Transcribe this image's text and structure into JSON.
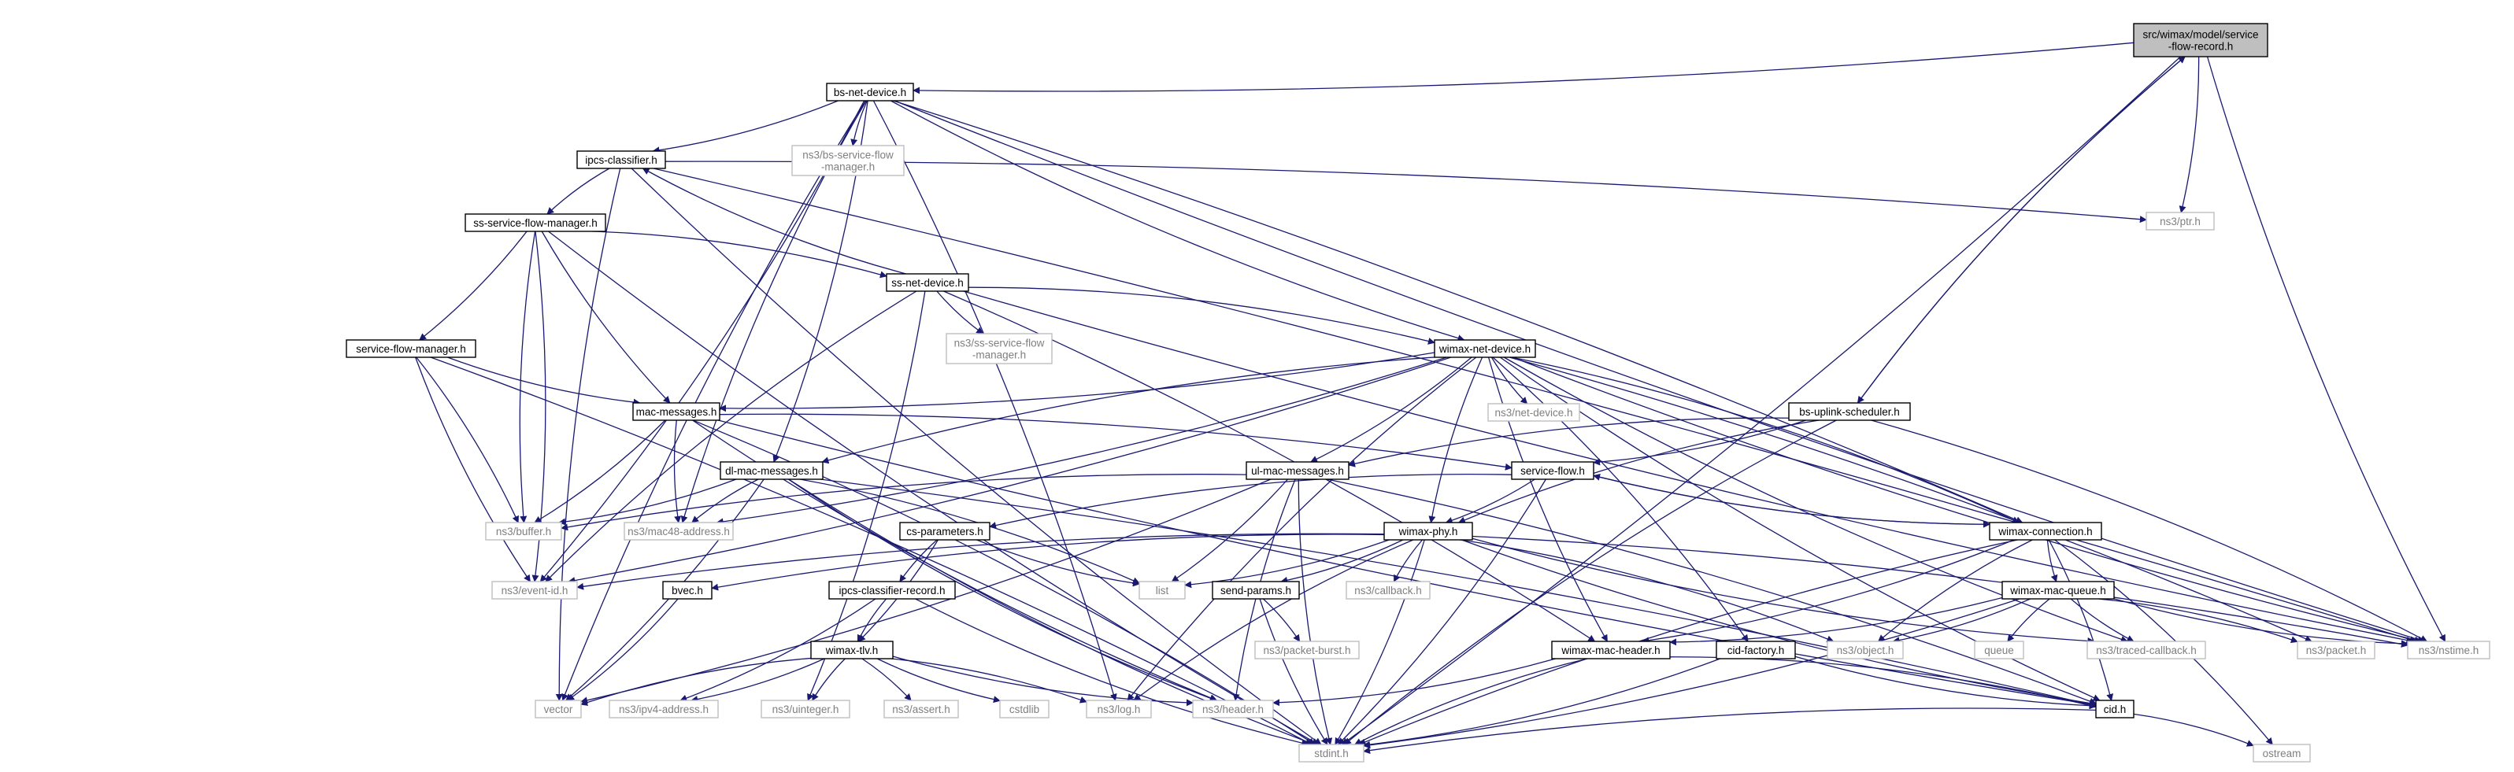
{
  "colors": {
    "edge": "#191970",
    "node_border": "#000000",
    "external_border": "#bfbfbf",
    "external_text": "#7f7f7f",
    "root_fill": "#bfbfbf",
    "node_fill": "#ffffff"
  },
  "nodes": [
    {
      "id": "root",
      "lines": [
        "src/wimax/model/service",
        "-flow-record.h"
      ],
      "kind": "root"
    },
    {
      "id": "bs_net_device",
      "lines": [
        "bs-net-device.h"
      ],
      "kind": "internal"
    },
    {
      "id": "bs_sfm",
      "lines": [
        "ns3/bs-service-flow",
        "-manager.h"
      ],
      "kind": "external"
    },
    {
      "id": "ipcs_classifier",
      "lines": [
        "ipcs-classifier.h"
      ],
      "kind": "internal"
    },
    {
      "id": "ptr",
      "lines": [
        "ns3/ptr.h"
      ],
      "kind": "external"
    },
    {
      "id": "ss_sfm",
      "lines": [
        "ss-service-flow-manager.h"
      ],
      "kind": "internal"
    },
    {
      "id": "ss_net_device",
      "lines": [
        "ss-net-device.h"
      ],
      "kind": "internal"
    },
    {
      "id": "ss_sfm_ext",
      "lines": [
        "ns3/ss-service-flow",
        "-manager.h"
      ],
      "kind": "external"
    },
    {
      "id": "service_flow_manager",
      "lines": [
        "service-flow-manager.h"
      ],
      "kind": "internal"
    },
    {
      "id": "wimax_net_device",
      "lines": [
        "wimax-net-device.h"
      ],
      "kind": "internal"
    },
    {
      "id": "net_device",
      "lines": [
        "ns3/net-device.h"
      ],
      "kind": "external"
    },
    {
      "id": "mac_messages",
      "lines": [
        "mac-messages.h"
      ],
      "kind": "internal"
    },
    {
      "id": "bs_uplink_scheduler",
      "lines": [
        "bs-uplink-scheduler.h"
      ],
      "kind": "internal"
    },
    {
      "id": "dl_mac_messages",
      "lines": [
        "dl-mac-messages.h"
      ],
      "kind": "internal"
    },
    {
      "id": "ul_mac_messages",
      "lines": [
        "ul-mac-messages.h"
      ],
      "kind": "internal"
    },
    {
      "id": "service_flow",
      "lines": [
        "service-flow.h"
      ],
      "kind": "internal"
    },
    {
      "id": "buffer",
      "lines": [
        "ns3/buffer.h"
      ],
      "kind": "external"
    },
    {
      "id": "mac48",
      "lines": [
        "ns3/mac48-address.h"
      ],
      "kind": "external"
    },
    {
      "id": "cs_parameters",
      "lines": [
        "cs-parameters.h"
      ],
      "kind": "internal"
    },
    {
      "id": "wimax_connection",
      "lines": [
        "wimax-connection.h"
      ],
      "kind": "internal"
    },
    {
      "id": "wimax_phy",
      "lines": [
        "wimax-phy.h"
      ],
      "kind": "internal"
    },
    {
      "id": "event_id",
      "lines": [
        "ns3/event-id.h"
      ],
      "kind": "external"
    },
    {
      "id": "list",
      "lines": [
        "list"
      ],
      "kind": "external"
    },
    {
      "id": "bvec",
      "lines": [
        "bvec.h"
      ],
      "kind": "internal"
    },
    {
      "id": "ipcs_classifier_record",
      "lines": [
        "ipcs-classifier-record.h"
      ],
      "kind": "internal"
    },
    {
      "id": "send_params",
      "lines": [
        "send-params.h"
      ],
      "kind": "internal"
    },
    {
      "id": "callback",
      "lines": [
        "ns3/callback.h"
      ],
      "kind": "external"
    },
    {
      "id": "wimax_mac_queue",
      "lines": [
        "wimax-mac-queue.h"
      ],
      "kind": "internal"
    },
    {
      "id": "packet_burst",
      "lines": [
        "ns3/packet-burst.h"
      ],
      "kind": "external"
    },
    {
      "id": "object",
      "lines": [
        "ns3/object.h"
      ],
      "kind": "external"
    },
    {
      "id": "queue",
      "lines": [
        "queue"
      ],
      "kind": "external"
    },
    {
      "id": "traced_callback",
      "lines": [
        "ns3/traced-callback.h"
      ],
      "kind": "external"
    },
    {
      "id": "packet",
      "lines": [
        "ns3/packet.h"
      ],
      "kind": "external"
    },
    {
      "id": "nstime",
      "lines": [
        "ns3/nstime.h"
      ],
      "kind": "external"
    },
    {
      "id": "wimax_tlv",
      "lines": [
        "wimax-tlv.h"
      ],
      "kind": "internal"
    },
    {
      "id": "wimax_mac_header",
      "lines": [
        "wimax-mac-header.h"
      ],
      "kind": "internal"
    },
    {
      "id": "cid_factory",
      "lines": [
        "cid-factory.h"
      ],
      "kind": "internal"
    },
    {
      "id": "vector",
      "lines": [
        "vector"
      ],
      "kind": "external"
    },
    {
      "id": "ipv4",
      "lines": [
        "ns3/ipv4-address.h"
      ],
      "kind": "external"
    },
    {
      "id": "uinteger",
      "lines": [
        "ns3/uinteger.h"
      ],
      "kind": "external"
    },
    {
      "id": "assert",
      "lines": [
        "ns3/assert.h"
      ],
      "kind": "external"
    },
    {
      "id": "cstdlib",
      "lines": [
        "cstdlib"
      ],
      "kind": "external"
    },
    {
      "id": "log",
      "lines": [
        "ns3/log.h"
      ],
      "kind": "external"
    },
    {
      "id": "header",
      "lines": [
        "ns3/header.h"
      ],
      "kind": "external"
    },
    {
      "id": "cid",
      "lines": [
        "cid.h"
      ],
      "kind": "internal"
    },
    {
      "id": "stdint",
      "lines": [
        "stdint.h"
      ],
      "kind": "external"
    },
    {
      "id": "ostream",
      "lines": [
        "ostream"
      ],
      "kind": "external"
    }
  ],
  "edges": [
    [
      "root",
      "bs_net_device"
    ],
    [
      "root",
      "bs_uplink_scheduler"
    ],
    [
      "root",
      "ptr"
    ],
    [
      "root",
      "nstime"
    ],
    [
      "root",
      "stdint"
    ],
    [
      "bs_net_device",
      "bs_sfm"
    ],
    [
      "bs_net_device",
      "ipcs_classifier"
    ],
    [
      "bs_net_device",
      "wimax_net_device"
    ],
    [
      "bs_net_device",
      "dl_mac_messages"
    ],
    [
      "bs_net_device",
      "mac48"
    ],
    [
      "bs_net_device",
      "event_id"
    ],
    [
      "bs_net_device",
      "vector"
    ],
    [
      "bs_net_device",
      "wimax_connection"
    ],
    [
      "bs_net_device",
      "nstime"
    ],
    [
      "bs_net_device",
      "log"
    ],
    [
      "ipcs_classifier",
      "ss_sfm"
    ],
    [
      "ipcs_classifier",
      "ptr"
    ],
    [
      "ipcs_classifier",
      "stdint"
    ],
    [
      "ipcs_classifier",
      "nstime"
    ],
    [
      "ipcs_classifier",
      "vector"
    ],
    [
      "ss_sfm",
      "service_flow_manager"
    ],
    [
      "ss_sfm",
      "mac_messages"
    ],
    [
      "ss_sfm",
      "ss_net_device"
    ],
    [
      "ss_sfm",
      "buffer"
    ],
    [
      "ss_sfm",
      "event_id"
    ],
    [
      "ss_sfm",
      "stdint"
    ],
    [
      "ss_net_device",
      "ipcs_classifier"
    ],
    [
      "ss_net_device",
      "ss_sfm_ext"
    ],
    [
      "ss_net_device",
      "wimax_net_device"
    ],
    [
      "ss_net_device",
      "event_id"
    ],
    [
      "ss_net_device",
      "uinteger"
    ],
    [
      "ss_net_device",
      "nstime"
    ],
    [
      "ss_net_device",
      "wimax_mac_header"
    ],
    [
      "service_flow_manager",
      "mac_messages"
    ],
    [
      "service_flow_manager",
      "buffer"
    ],
    [
      "service_flow_manager",
      "event_id"
    ],
    [
      "service_flow_manager",
      "stdint"
    ],
    [
      "wimax_net_device",
      "net_device"
    ],
    [
      "wimax_net_device",
      "mac_messages"
    ],
    [
      "wimax_net_device",
      "dl_mac_messages"
    ],
    [
      "wimax_net_device",
      "ul_mac_messages"
    ],
    [
      "wimax_net_device",
      "wimax_phy"
    ],
    [
      "wimax_net_device",
      "wimax_connection"
    ],
    [
      "wimax_net_device",
      "wimax_mac_header"
    ],
    [
      "wimax_net_device",
      "cid_factory"
    ],
    [
      "wimax_net_device",
      "traced_callback"
    ],
    [
      "wimax_net_device",
      "packet"
    ],
    [
      "wimax_net_device",
      "nstime"
    ],
    [
      "wimax_net_device",
      "event_id"
    ],
    [
      "wimax_net_device",
      "log"
    ],
    [
      "wimax_net_device",
      "mac48"
    ],
    [
      "wimax_net_device",
      "cid"
    ],
    [
      "mac_messages",
      "buffer"
    ],
    [
      "mac_messages",
      "mac48"
    ],
    [
      "mac_messages",
      "service_flow"
    ],
    [
      "mac_messages",
      "header"
    ],
    [
      "mac_messages",
      "stdint"
    ],
    [
      "mac_messages",
      "cid"
    ],
    [
      "bs_uplink_scheduler",
      "root"
    ],
    [
      "bs_uplink_scheduler",
      "ul_mac_messages"
    ],
    [
      "bs_uplink_scheduler",
      "service_flow"
    ],
    [
      "bs_uplink_scheduler",
      "wimax_phy"
    ],
    [
      "bs_uplink_scheduler",
      "nstime"
    ],
    [
      "bs_uplink_scheduler",
      "stdint"
    ],
    [
      "dl_mac_messages",
      "buffer"
    ],
    [
      "dl_mac_messages",
      "mac48"
    ],
    [
      "dl_mac_messages",
      "list"
    ],
    [
      "dl_mac_messages",
      "header"
    ],
    [
      "dl_mac_messages",
      "vector"
    ],
    [
      "dl_mac_messages",
      "stdint"
    ],
    [
      "dl_mac_messages",
      "cid"
    ],
    [
      "ul_mac_messages",
      "buffer"
    ],
    [
      "ul_mac_messages",
      "list"
    ],
    [
      "ul_mac_messages",
      "header"
    ],
    [
      "ul_mac_messages",
      "vector"
    ],
    [
      "ul_mac_messages",
      "stdint"
    ],
    [
      "ul_mac_messages",
      "cid"
    ],
    [
      "service_flow",
      "cs_parameters"
    ],
    [
      "service_flow",
      "wimax_phy"
    ],
    [
      "service_flow",
      "wimax_connection"
    ],
    [
      "service_flow",
      "stdint"
    ],
    [
      "cs_parameters",
      "ipcs_classifier_record"
    ],
    [
      "cs_parameters",
      "wimax_tlv"
    ],
    [
      "cs_parameters",
      "list"
    ],
    [
      "wimax_connection",
      "service_flow"
    ],
    [
      "wimax_connection",
      "wimax_mac_queue"
    ],
    [
      "wimax_connection",
      "wimax_mac_header"
    ],
    [
      "wimax_connection",
      "object"
    ],
    [
      "wimax_connection",
      "cid"
    ],
    [
      "wimax_connection",
      "stdint"
    ],
    [
      "wimax_connection",
      "ostream"
    ],
    [
      "wimax_phy",
      "bvec"
    ],
    [
      "wimax_phy",
      "send_params"
    ],
    [
      "wimax_phy",
      "callback"
    ],
    [
      "wimax_phy",
      "list"
    ],
    [
      "wimax_phy",
      "event_id"
    ],
    [
      "wimax_phy",
      "object"
    ],
    [
      "wimax_phy",
      "traced_callback"
    ],
    [
      "wimax_phy",
      "nstime"
    ],
    [
      "wimax_phy",
      "log"
    ],
    [
      "wimax_phy",
      "stdint"
    ],
    [
      "wimax_phy",
      "cid"
    ],
    [
      "bvec",
      "vector"
    ],
    [
      "ipcs_classifier_record",
      "wimax_tlv"
    ],
    [
      "ipcs_classifier_record",
      "ipv4"
    ],
    [
      "ipcs_classifier_record",
      "stdint"
    ],
    [
      "send_params",
      "packet_burst"
    ],
    [
      "send_params",
      "stdint"
    ],
    [
      "wimax_mac_queue",
      "wimax_mac_header"
    ],
    [
      "wimax_mac_queue",
      "queue"
    ],
    [
      "wimax_mac_queue",
      "object"
    ],
    [
      "wimax_mac_queue",
      "traced_callback"
    ],
    [
      "wimax_mac_queue",
      "packet"
    ],
    [
      "wimax_mac_queue",
      "nstime"
    ],
    [
      "wimax_mac_queue",
      "stdint"
    ],
    [
      "wimax_tlv",
      "vector"
    ],
    [
      "wimax_tlv",
      "ipv4"
    ],
    [
      "wimax_tlv",
      "uinteger"
    ],
    [
      "wimax_tlv",
      "assert"
    ],
    [
      "wimax_tlv",
      "cstdlib"
    ],
    [
      "wimax_tlv",
      "log"
    ],
    [
      "wimax_tlv",
      "header"
    ],
    [
      "wimax_mac_header",
      "header"
    ],
    [
      "wimax_mac_header",
      "stdint"
    ],
    [
      "wimax_mac_header",
      "cid"
    ],
    [
      "cid_factory",
      "cid"
    ],
    [
      "cid_factory",
      "stdint"
    ],
    [
      "cid",
      "stdint"
    ],
    [
      "cid",
      "ostream"
    ]
  ]
}
